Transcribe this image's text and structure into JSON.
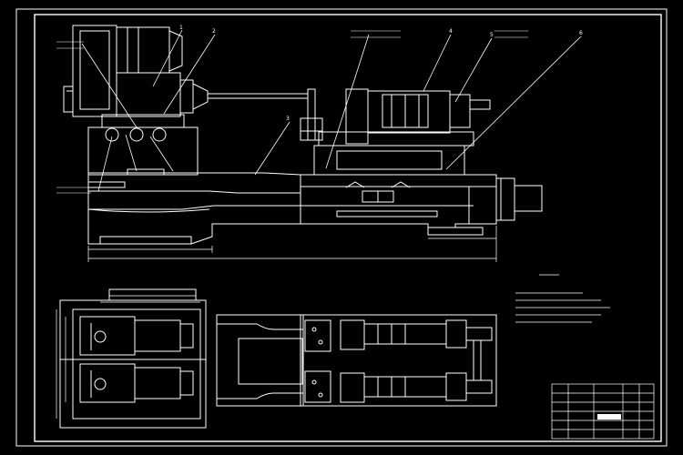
{
  "callouts": {
    "c1": "1",
    "c2": "2",
    "c3": "3",
    "c4": "4",
    "c5": "5",
    "c6": "6"
  }
}
